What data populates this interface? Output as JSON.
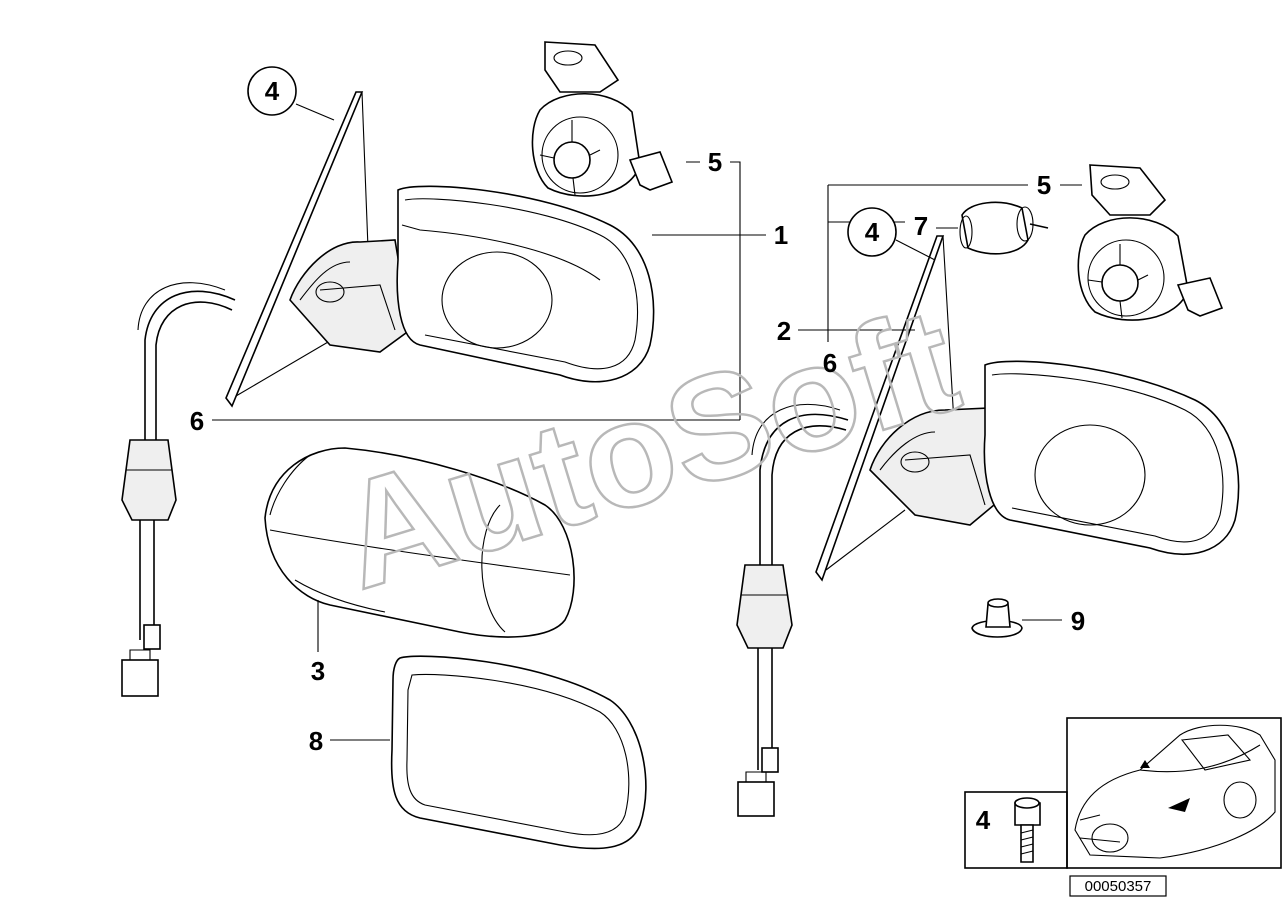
{
  "callouts": {
    "part_1": "1",
    "part_2": "2",
    "part_3": "3",
    "part_4_left": "4",
    "part_4_right": "4",
    "part_4_inset": "4",
    "part_5_left": "5",
    "part_5_right": "5",
    "part_6_left": "6",
    "part_6_right": "6",
    "part_7": "7",
    "part_8": "8",
    "part_9": "9"
  },
  "diagram_number": "00050357",
  "watermark": "AutoSoft"
}
